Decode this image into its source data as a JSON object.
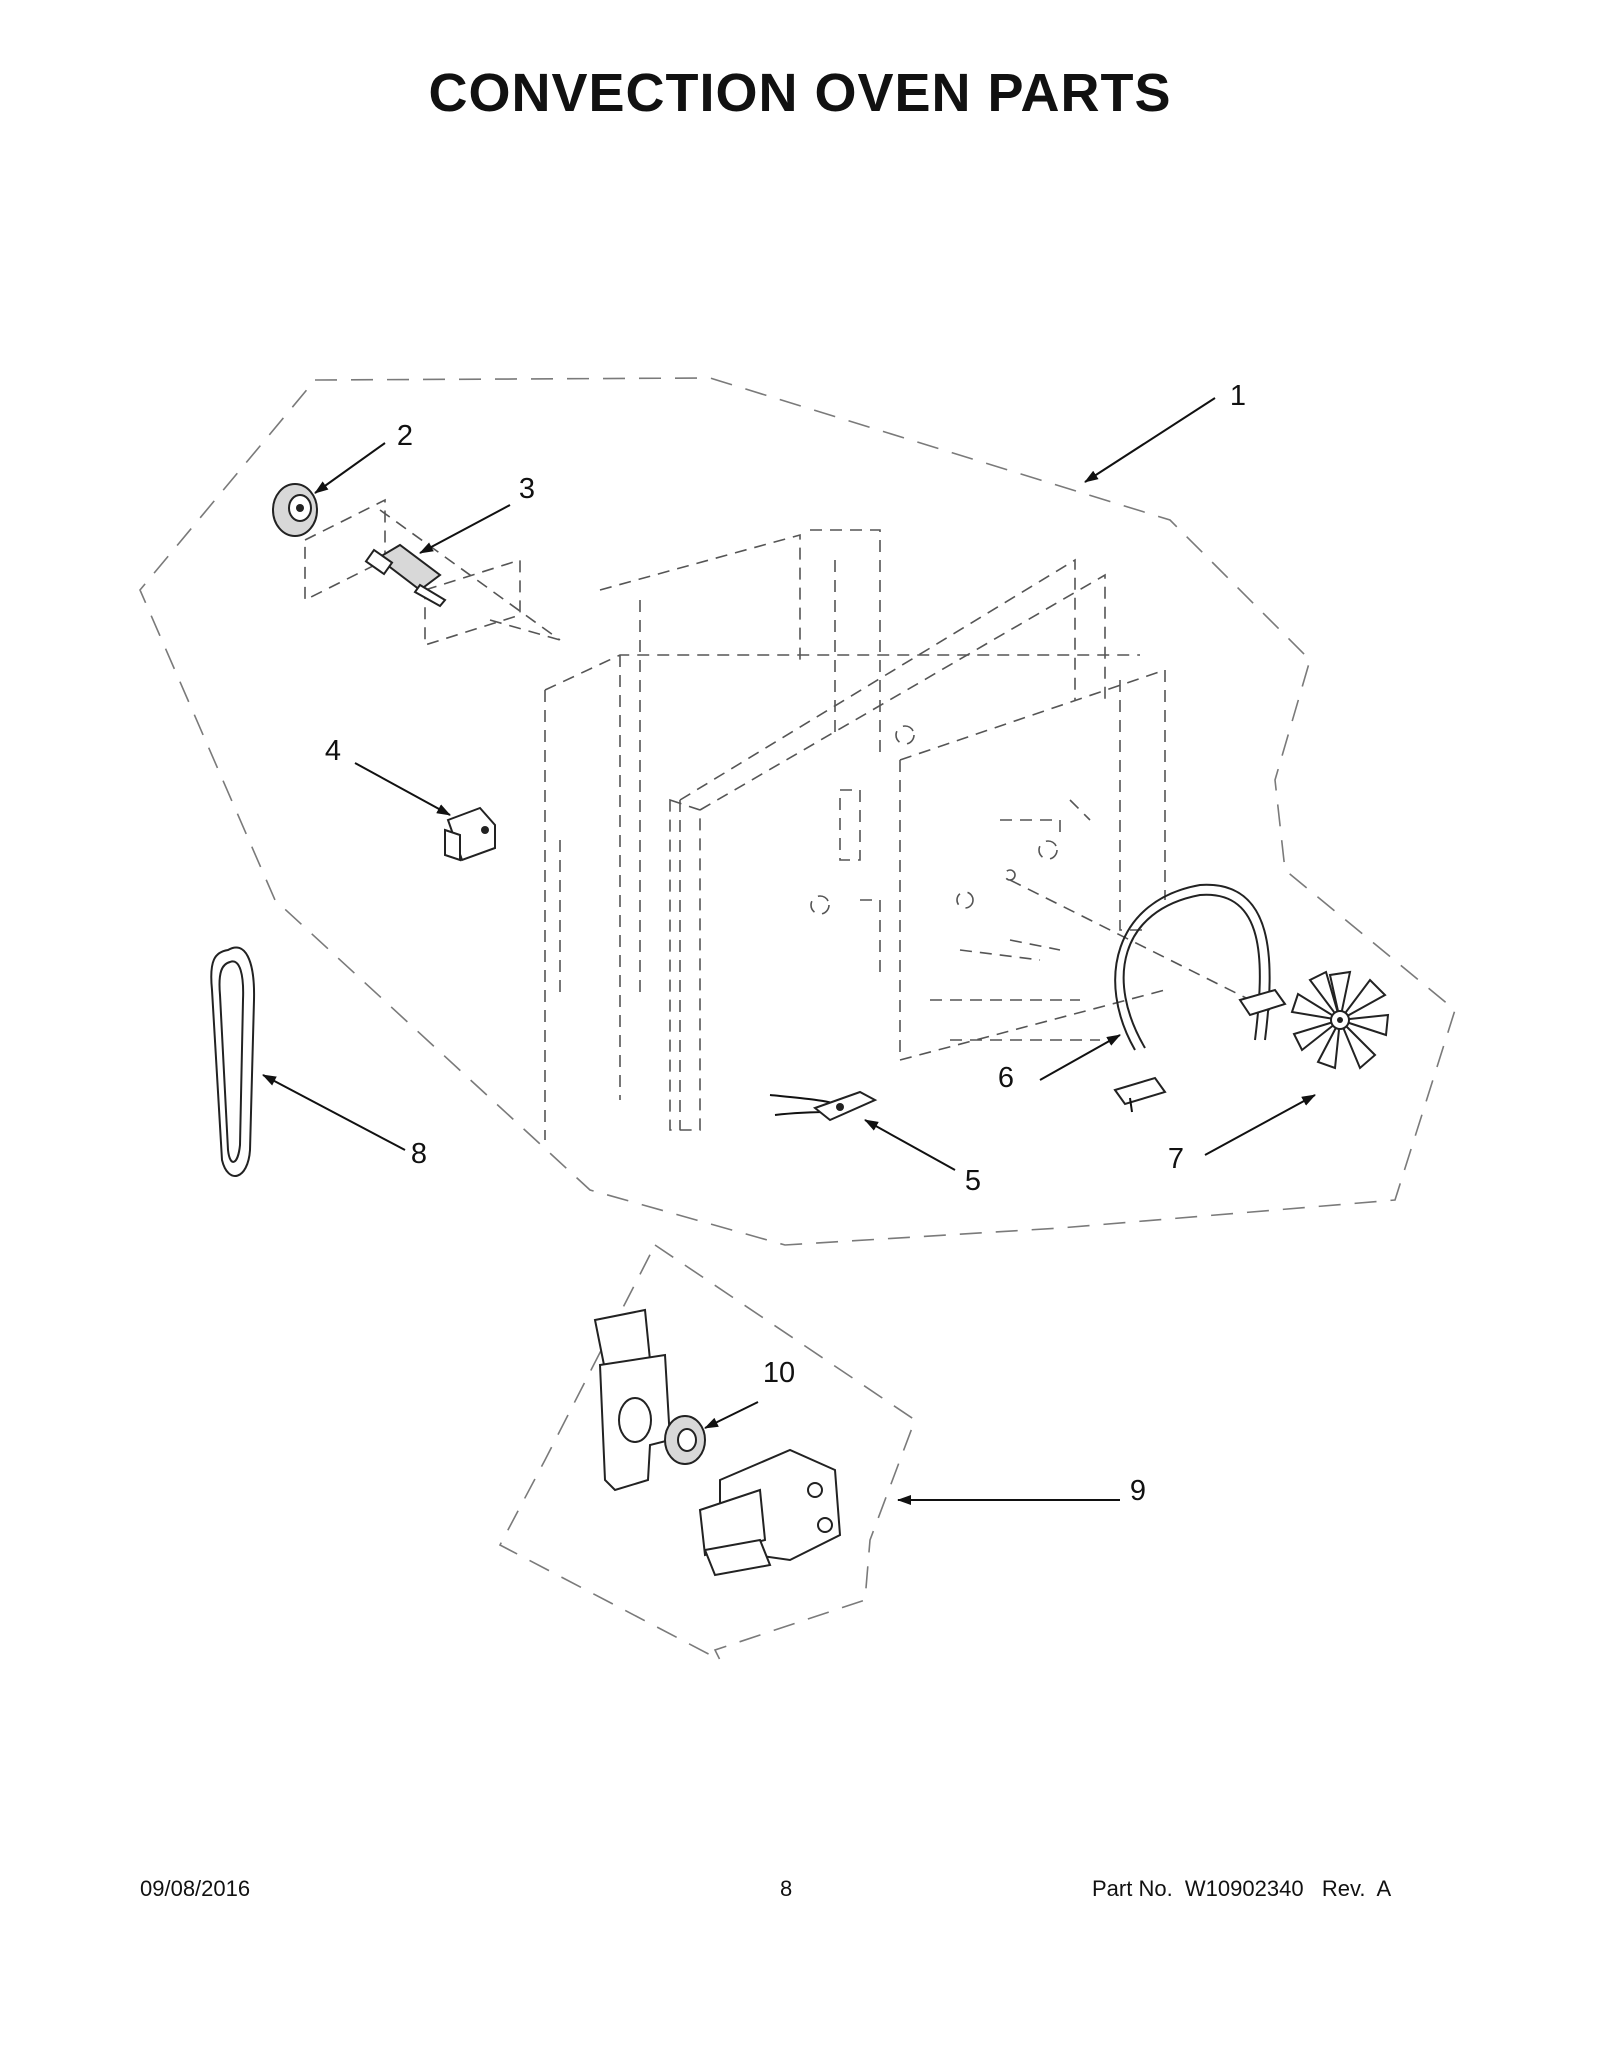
{
  "title": "CONVECTION OVEN PARTS",
  "callouts": [
    "1",
    "2",
    "3",
    "4",
    "5",
    "6",
    "7",
    "8",
    "9",
    "10"
  ],
  "footer": {
    "date": "09/08/2016",
    "page": "8",
    "part_no": "Part No.  W10902340   Rev.  A"
  }
}
